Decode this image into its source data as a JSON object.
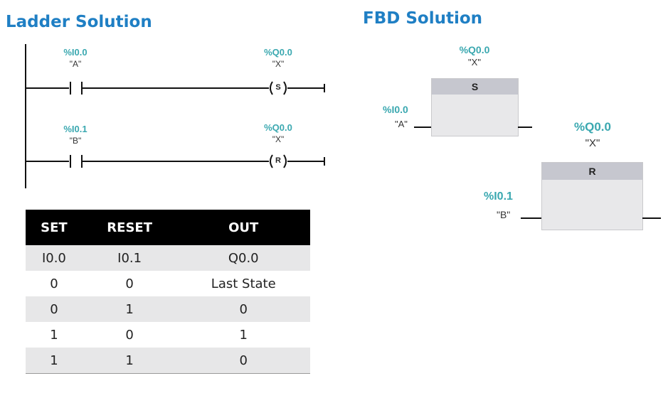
{
  "ladder": {
    "title": "Ladder Solution",
    "rungs": [
      {
        "contact_addr": "%I0.0",
        "contact_tag": "\"A\"",
        "coil_addr": "%Q0.0",
        "coil_tag": "\"X\"",
        "coil_type": "S"
      },
      {
        "contact_addr": "%I0.1",
        "contact_tag": "\"B\"",
        "coil_addr": "%Q0.0",
        "coil_tag": "\"X\"",
        "coil_type": "R"
      }
    ]
  },
  "fbd": {
    "title": "FBD Solution",
    "blocks": [
      {
        "out_addr": "%Q0.0",
        "out_tag": "\"X\"",
        "label": "S",
        "in_addr": "%I0.0",
        "in_tag": "\"A\""
      },
      {
        "out_addr": "%Q0.0",
        "out_tag": "\"X\"",
        "label": "R",
        "in_addr": "%I0.1",
        "in_tag": "\"B\""
      }
    ]
  },
  "truth_table": {
    "headers": [
      "SET",
      "RESET",
      "OUT"
    ],
    "rows": [
      [
        "I0.0",
        "I0.1",
        "Q0.0"
      ],
      [
        "0",
        "0",
        "Last State"
      ],
      [
        "0",
        "1",
        "0"
      ],
      [
        "1",
        "0",
        "1"
      ],
      [
        "1",
        "1",
        "0"
      ]
    ]
  },
  "colors": {
    "title": "#1f7fc4",
    "address": "#3aa8b0",
    "table_header_bg": "#000000",
    "row_shade": "#e7e7e8"
  }
}
